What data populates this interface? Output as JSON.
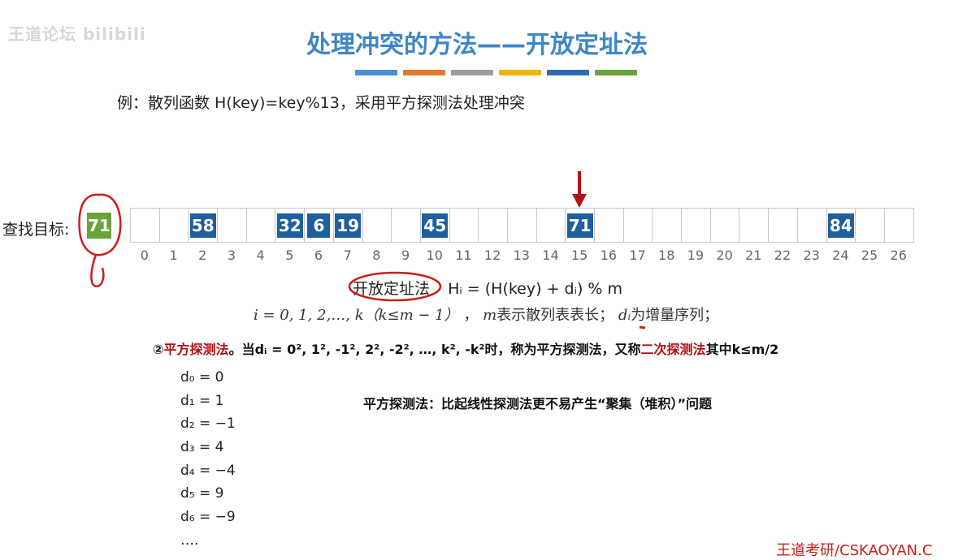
{
  "watermark": "王道论坛 bilibili",
  "title": "处理冲突的方法——开放定址法",
  "title_bar_colors": [
    "#4a90d9",
    "#e07b2f",
    "#9e9e9e",
    "#f0b400",
    "#2f6cb5",
    "#6aa33c"
  ],
  "example": "例：散列函数 H(key)=key%13，采用平方探测法处理冲突",
  "search": {
    "label": "查找目标:",
    "target": "71"
  },
  "hash_table": {
    "cells": [
      "",
      "",
      "58",
      "",
      "",
      "32",
      "6",
      "19",
      "",
      "",
      "45",
      "",
      "",
      "",
      "",
      "71",
      "",
      "",
      "",
      "",
      "",
      "",
      "",
      "",
      "84",
      "",
      ""
    ],
    "indices": [
      "0",
      "1",
      "2",
      "3",
      "4",
      "5",
      "6",
      "7",
      "8",
      "9",
      "10",
      "11",
      "12",
      "13",
      "14",
      "15",
      "16",
      "17",
      "18",
      "19",
      "20",
      "21",
      "22",
      "23",
      "24",
      "25",
      "26"
    ],
    "pointer_index": 15
  },
  "formula": {
    "term": "开放定址法",
    "expr": "Hᵢ = (H(key) + dᵢ) % m"
  },
  "variables": {
    "range": "i = 0, 1, 2,…, k（k≤m − 1）",
    "m_desc_var": "m",
    "m_desc": "表示散列表表长；",
    "d_desc_var": "dᵢ",
    "d_desc": "为增量序列；"
  },
  "method": {
    "num": "②",
    "name": "平方探测法",
    "text1": "。当dᵢ = 0², 1², -1², 2², -2², …, k², -k²时，称为平方探测法，又称",
    "alt_name": "二次探测法",
    "text2": "其中k≤m/2"
  },
  "d_sequence": [
    "d₀ = 0",
    "d₁ = 1",
    "d₂ = −1",
    "d₃ = 4",
    "d₄ = −4",
    "d₅ = 9",
    "d₆ = −9",
    "…."
  ],
  "note": "平方探测法：比起线性探测法更不易产生“聚集（堆积）”问题",
  "footer": "王道考研/CSKAOYAN.C",
  "colors": {
    "title": "#3f86c5",
    "cell_fill": "#1e5fa0",
    "target_fill": "#6aa33c",
    "annotation_red": "#c8201a",
    "pointer": "#b01515"
  }
}
